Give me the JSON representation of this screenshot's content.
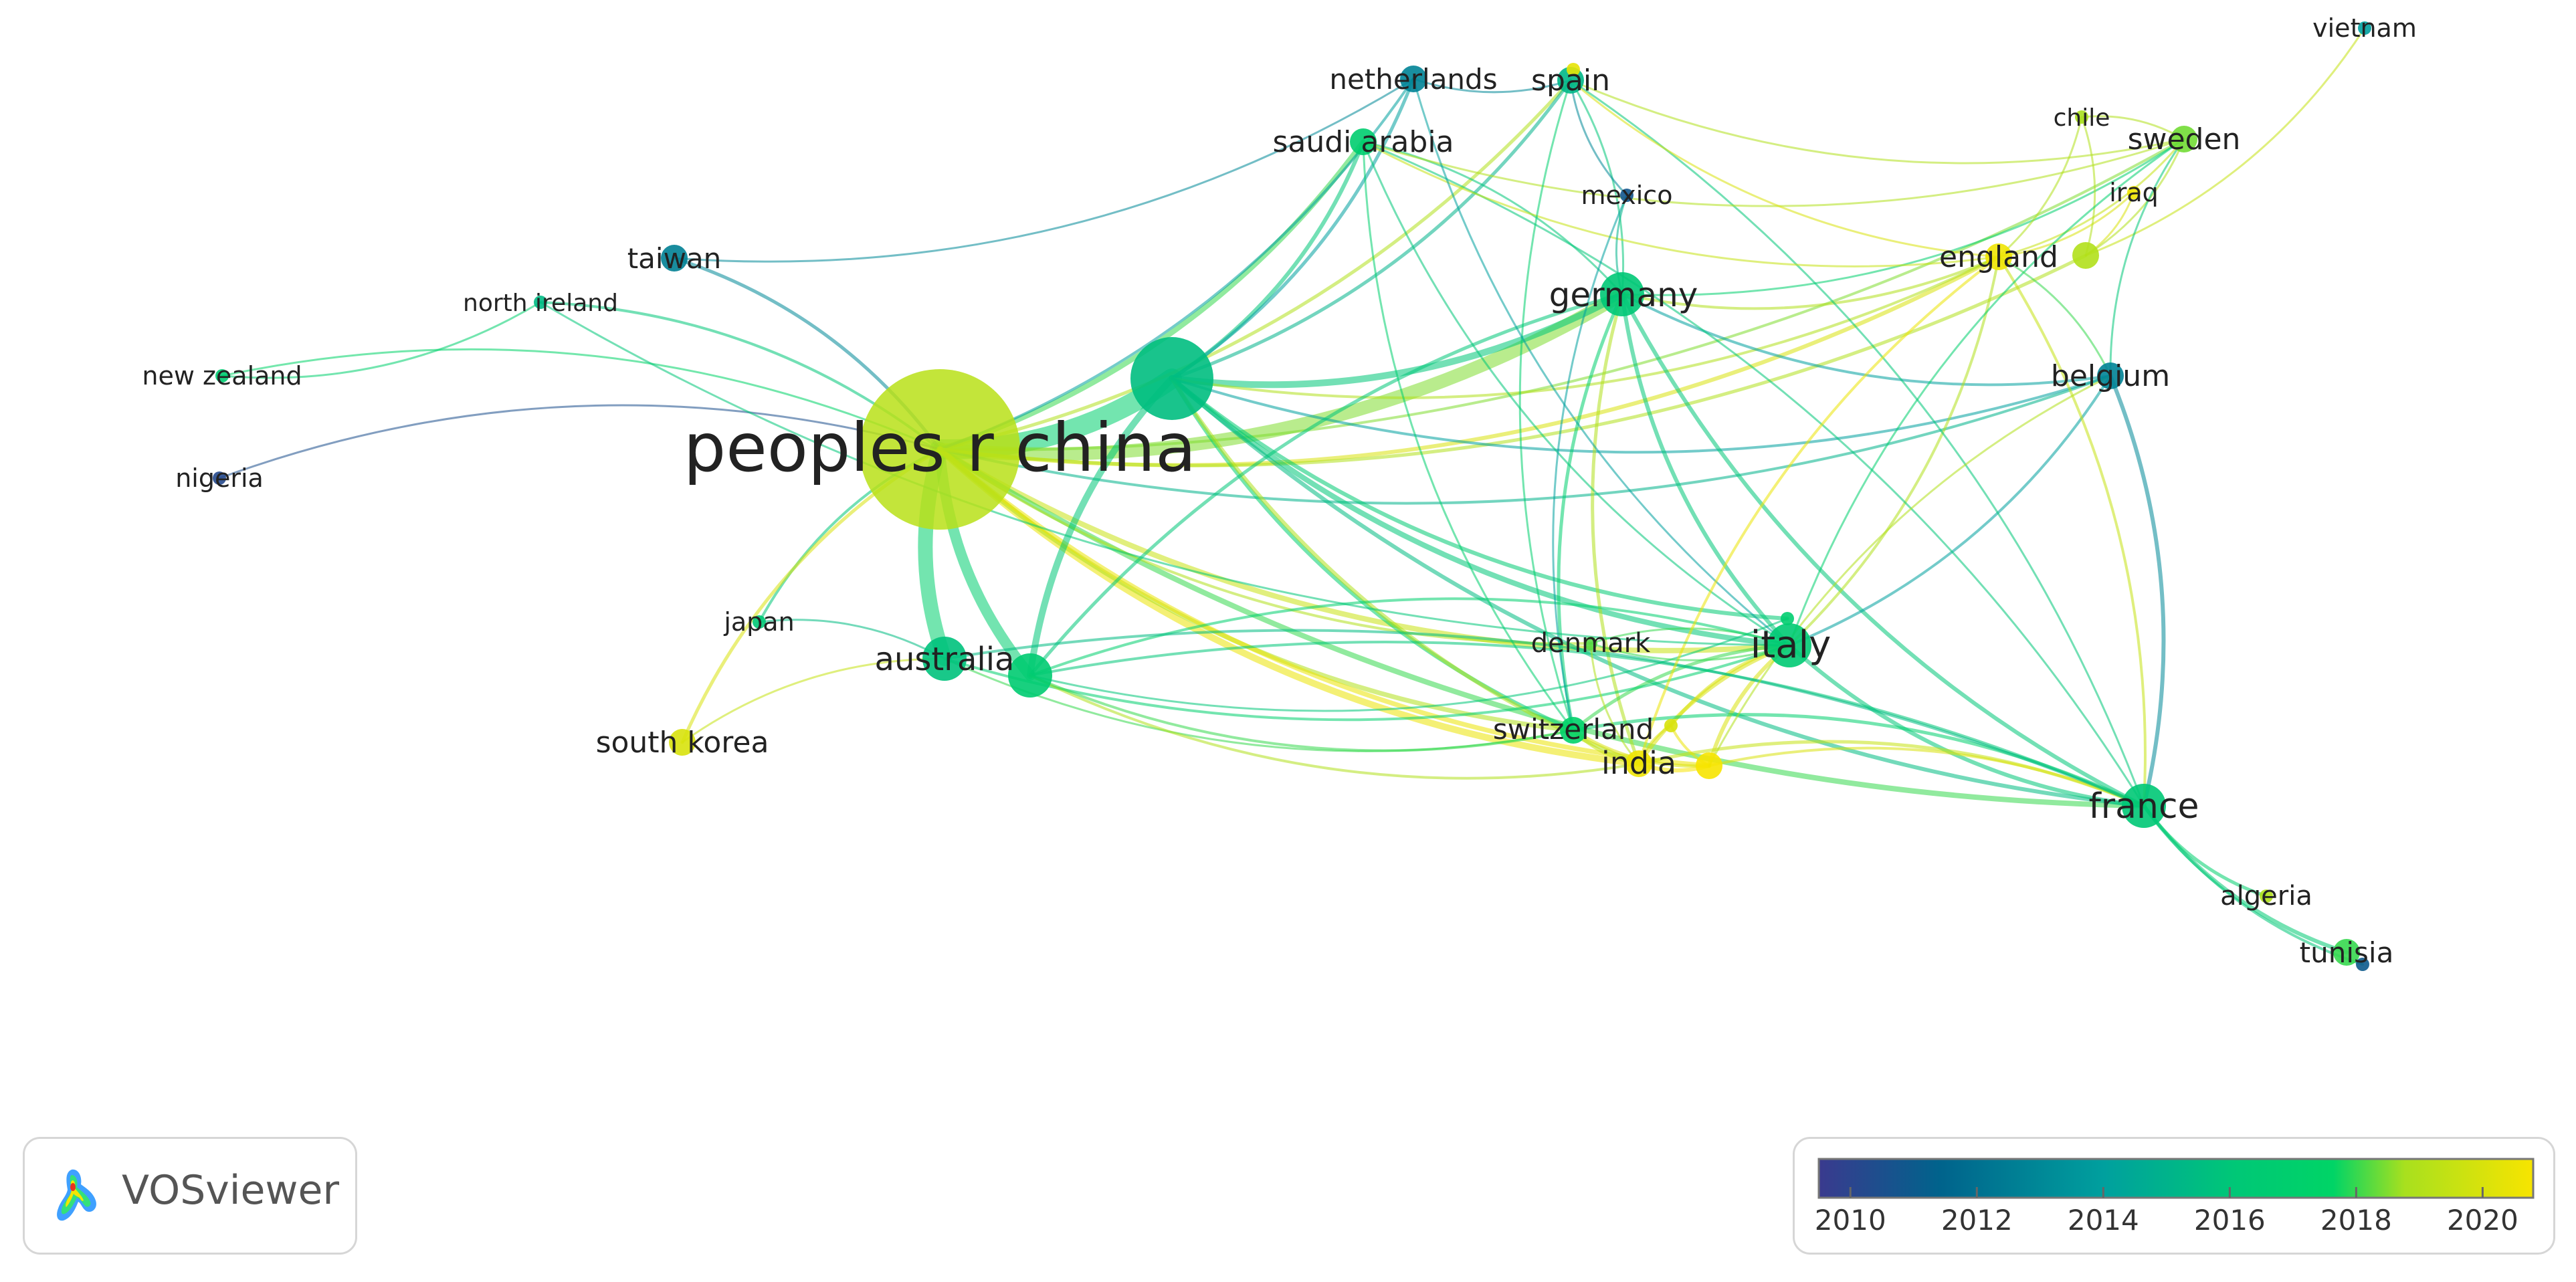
{
  "app": {
    "name": "VOSviewer"
  },
  "network": {
    "nodes": [
      {
        "id": "china",
        "label": "peoples r china",
        "size": "xl",
        "year": 2019.2
      },
      {
        "id": "hub",
        "label": "",
        "size": "l",
        "year": 2015.6
      },
      {
        "id": "germany",
        "label": "germany",
        "size": "m",
        "year": 2016.2
      },
      {
        "id": "italy",
        "label": "italy",
        "size": "m",
        "year": 2016.4
      },
      {
        "id": "france",
        "label": "france",
        "size": "m",
        "year": 2016.2
      },
      {
        "id": "australia",
        "label": "australia",
        "size": "m",
        "year": 2015.8
      },
      {
        "id": "aus2",
        "label": "",
        "size": "m",
        "year": 2016.6
      },
      {
        "id": "saudi",
        "label": "saudi arabia",
        "size": "s",
        "year": 2016.8
      },
      {
        "id": "spain",
        "label": "spain",
        "size": "s",
        "year": 2015.2
      },
      {
        "id": "spain_y",
        "label": "",
        "size": "xs",
        "year": 2020.4
      },
      {
        "id": "netherlands",
        "label": "netherlands",
        "size": "s",
        "year": 2012.8
      },
      {
        "id": "taiwan",
        "label": "taiwan",
        "size": "s",
        "year": 2012.6
      },
      {
        "id": "north_ireland",
        "label": "north ireland",
        "size": "xs",
        "year": 2015.4
      },
      {
        "id": "new_zealand",
        "label": "new zealand",
        "size": "xs",
        "year": 2016.6
      },
      {
        "id": "nigeria",
        "label": "nigeria",
        "size": "xs",
        "year": 2010.2
      },
      {
        "id": "japan",
        "label": "japan",
        "size": "xs",
        "year": 2016.2
      },
      {
        "id": "south_korea",
        "label": "south korea",
        "size": "s",
        "year": 2020.0
      },
      {
        "id": "mexico",
        "label": "mexico",
        "size": "xs",
        "year": 2010.8
      },
      {
        "id": "england",
        "label": "england",
        "size": "s",
        "year": 2020.6
      },
      {
        "id": "eng2",
        "label": "",
        "size": "s",
        "year": 2019.0
      },
      {
        "id": "belgium",
        "label": "belgium",
        "size": "s",
        "year": 2012.8
      },
      {
        "id": "sweden",
        "label": "sweden",
        "size": "s",
        "year": 2018.4
      },
      {
        "id": "chile",
        "label": "chile",
        "size": "xs",
        "year": 2018.8
      },
      {
        "id": "iraq",
        "label": "iraq",
        "size": "xs",
        "year": 2020.6
      },
      {
        "id": "vietnam",
        "label": "vietnam",
        "size": "xs",
        "year": 2014.0
      },
      {
        "id": "denmark",
        "label": "denmark",
        "size": "xs",
        "year": 2018.2
      },
      {
        "id": "switzerland",
        "label": "switzerland",
        "size": "s",
        "year": 2017.4
      },
      {
        "id": "sw2",
        "label": "",
        "size": "xs",
        "year": 2020.0
      },
      {
        "id": "india",
        "label": "india",
        "size": "s",
        "year": 2020.6
      },
      {
        "id": "ind2",
        "label": "",
        "size": "s",
        "year": 2020.8
      },
      {
        "id": "italy2",
        "label": "",
        "size": "xs",
        "year": 2016.8
      },
      {
        "id": "algeria",
        "label": "algeria",
        "size": "xs",
        "year": 2019.0
      },
      {
        "id": "tunisia",
        "label": "tunisia",
        "size": "s",
        "year": 2018.0
      },
      {
        "id": "tun2",
        "label": "",
        "size": "xs",
        "year": 2011.0
      }
    ],
    "links": [
      [
        "china",
        "hub",
        30,
        2017
      ],
      [
        "china",
        "australia",
        22,
        2017
      ],
      [
        "china",
        "aus2",
        16,
        2016.8
      ],
      [
        "china",
        "germany",
        20,
        2018.5
      ],
      [
        "china",
        "italy",
        8,
        2019.6
      ],
      [
        "china",
        "france",
        8,
        2018
      ],
      [
        "china",
        "saudi",
        8,
        2018
      ],
      [
        "china",
        "spain",
        5,
        2019
      ],
      [
        "china",
        "netherlands",
        4,
        2014
      ],
      [
        "china",
        "taiwan",
        5,
        2013
      ],
      [
        "china",
        "north_ireland",
        4,
        2016
      ],
      [
        "china",
        "new_zealand",
        3,
        2017.5
      ],
      [
        "china",
        "nigeria",
        3,
        2010.5
      ],
      [
        "china",
        "japan",
        4,
        2016
      ],
      [
        "china",
        "south_korea",
        5,
        2020
      ],
      [
        "china",
        "england",
        6,
        2020
      ],
      [
        "china",
        "india",
        10,
        2020.5
      ],
      [
        "china",
        "switzerland",
        7,
        2019
      ],
      [
        "china",
        "belgium",
        4,
        2015
      ],
      [
        "china",
        "sweden",
        4,
        2018.5
      ],
      [
        "china",
        "denmark",
        4,
        2019
      ],
      [
        "china",
        "ind2",
        7,
        2020.5
      ],
      [
        "china",
        "eng2",
        5,
        2019
      ],
      [
        "hub",
        "germany",
        10,
        2016
      ],
      [
        "hub",
        "italy",
        8,
        2016
      ],
      [
        "hub",
        "france",
        6,
        2015.5
      ],
      [
        "hub",
        "aus2",
        10,
        2016
      ],
      [
        "hub",
        "saudi",
        6,
        2016
      ],
      [
        "hub",
        "netherlands",
        5,
        2014
      ],
      [
        "hub",
        "spain",
        5,
        2015
      ],
      [
        "hub",
        "switzerland",
        6,
        2017
      ],
      [
        "hub",
        "india",
        6,
        2019
      ],
      [
        "hub",
        "england",
        4,
        2019
      ],
      [
        "hub",
        "belgium",
        4,
        2014
      ],
      [
        "hub",
        "italy2",
        6,
        2016.5
      ],
      [
        "germany",
        "italy",
        6,
        2016
      ],
      [
        "germany",
        "france",
        6,
        2016
      ],
      [
        "germany",
        "switzerland",
        5,
        2017
      ],
      [
        "germany",
        "india",
        5,
        2019
      ],
      [
        "germany",
        "belgium",
        4,
        2014
      ],
      [
        "germany",
        "england",
        4,
        2019
      ],
      [
        "germany",
        "sweden",
        3,
        2017
      ],
      [
        "germany",
        "aus2",
        5,
        2016
      ],
      [
        "germany",
        "spain",
        3,
        2016
      ],
      [
        "germany",
        "saudi",
        3,
        2016
      ],
      [
        "italy",
        "france",
        6,
        2016
      ],
      [
        "italy",
        "switzerland",
        5,
        2018
      ],
      [
        "italy",
        "india",
        6,
        2020
      ],
      [
        "italy",
        "ind2",
        6,
        2020
      ],
      [
        "italy",
        "sw2",
        5,
        2020
      ],
      [
        "italy",
        "england",
        4,
        2019
      ],
      [
        "italy",
        "belgium",
        4,
        2014
      ],
      [
        "italy",
        "denmark",
        3,
        2018
      ],
      [
        "italy",
        "aus2",
        4,
        2017
      ],
      [
        "france",
        "belgium",
        6,
        2013
      ],
      [
        "france",
        "tunisia",
        6,
        2016.5
      ],
      [
        "france",
        "algeria",
        5,
        2017
      ],
      [
        "france",
        "tun2",
        4,
        2016
      ],
      [
        "france",
        "switzerland",
        5,
        2017
      ],
      [
        "france",
        "india",
        5,
        2019.5
      ],
      [
        "france",
        "ind2",
        4,
        2020
      ],
      [
        "france",
        "aus2",
        4,
        2016
      ],
      [
        "france",
        "australia",
        4,
        2015.5
      ],
      [
        "france",
        "england",
        4,
        2019.5
      ],
      [
        "france",
        "spain",
        3,
        2016
      ],
      [
        "france",
        "saudi",
        3,
        2016
      ],
      [
        "australia",
        "italy",
        4,
        2017
      ],
      [
        "australia",
        "switzerland",
        3,
        2018
      ],
      [
        "australia",
        "japan",
        3,
        2015.5
      ],
      [
        "australia",
        "south_korea",
        3,
        2019.5
      ],
      [
        "aus2",
        "india",
        4,
        2019
      ],
      [
        "aus2",
        "switzerland",
        4,
        2018
      ],
      [
        "aus2",
        "italy2",
        3,
        2016
      ],
      [
        "saudi",
        "sweden",
        3,
        2019
      ],
      [
        "saudi",
        "england",
        3,
        2019.5
      ],
      [
        "saudi",
        "switzerland",
        3,
        2017
      ],
      [
        "saudi",
        "italy",
        3,
        2016
      ],
      [
        "spain",
        "sweden",
        3,
        2019
      ],
      [
        "spain",
        "england",
        3,
        2020
      ],
      [
        "spain",
        "mexico",
        3,
        2013
      ],
      [
        "spain",
        "switzerland",
        3,
        2017
      ],
      [
        "netherlands",
        "spain",
        3,
        2013
      ],
      [
        "netherlands",
        "italy",
        3,
        2014
      ],
      [
        "england",
        "sweden",
        3,
        2019.5
      ],
      [
        "england",
        "iraq",
        3,
        2020
      ],
      [
        "england",
        "india",
        4,
        2020.5
      ],
      [
        "england",
        "chile",
        3,
        2019
      ],
      [
        "eng2",
        "iraq",
        3,
        2020
      ],
      [
        "eng2",
        "sweden",
        3,
        2019
      ],
      [
        "eng2",
        "chile",
        3,
        2019
      ],
      [
        "eng2",
        "vietnam",
        3,
        2019.5
      ],
      [
        "sweden",
        "chile",
        3,
        2019
      ],
      [
        "sweden",
        "belgium",
        3,
        2016
      ],
      [
        "sweden",
        "italy",
        3,
        2017
      ],
      [
        "mexico",
        "switzerland",
        3,
        2014
      ],
      [
        "mexico",
        "germany",
        3,
        2015
      ],
      [
        "denmark",
        "india",
        3,
        2019
      ],
      [
        "denmark",
        "italy",
        3,
        2018
      ],
      [
        "switzerland",
        "india",
        5,
        2019.5
      ],
      [
        "switzerland",
        "ind2",
        5,
        2020
      ],
      [
        "sw2",
        "india",
        4,
        2020
      ],
      [
        "sw2",
        "ind2",
        4,
        2020.5
      ],
      [
        "india",
        "ind2",
        6,
        2021
      ],
      [
        "belgium",
        "england",
        3,
        2018
      ],
      [
        "belgium",
        "ind2",
        3,
        2019
      ],
      [
        "taiwan",
        "netherlands",
        3,
        2013
      ],
      [
        "north_ireland",
        "italy",
        3,
        2016
      ],
      [
        "new_zealand",
        "north_ireland",
        3,
        2017
      ]
    ]
  },
  "legend": {
    "ticks": [
      "2010",
      "2012",
      "2014",
      "2016",
      "2018",
      "2020"
    ],
    "min_year": 2009.5,
    "max_year": 2020.8,
    "stops": [
      "#3a3a8e",
      "#00638c",
      "#00a09e",
      "#00c777",
      "#00d466",
      "#a8e01e",
      "#f7e400"
    ]
  }
}
